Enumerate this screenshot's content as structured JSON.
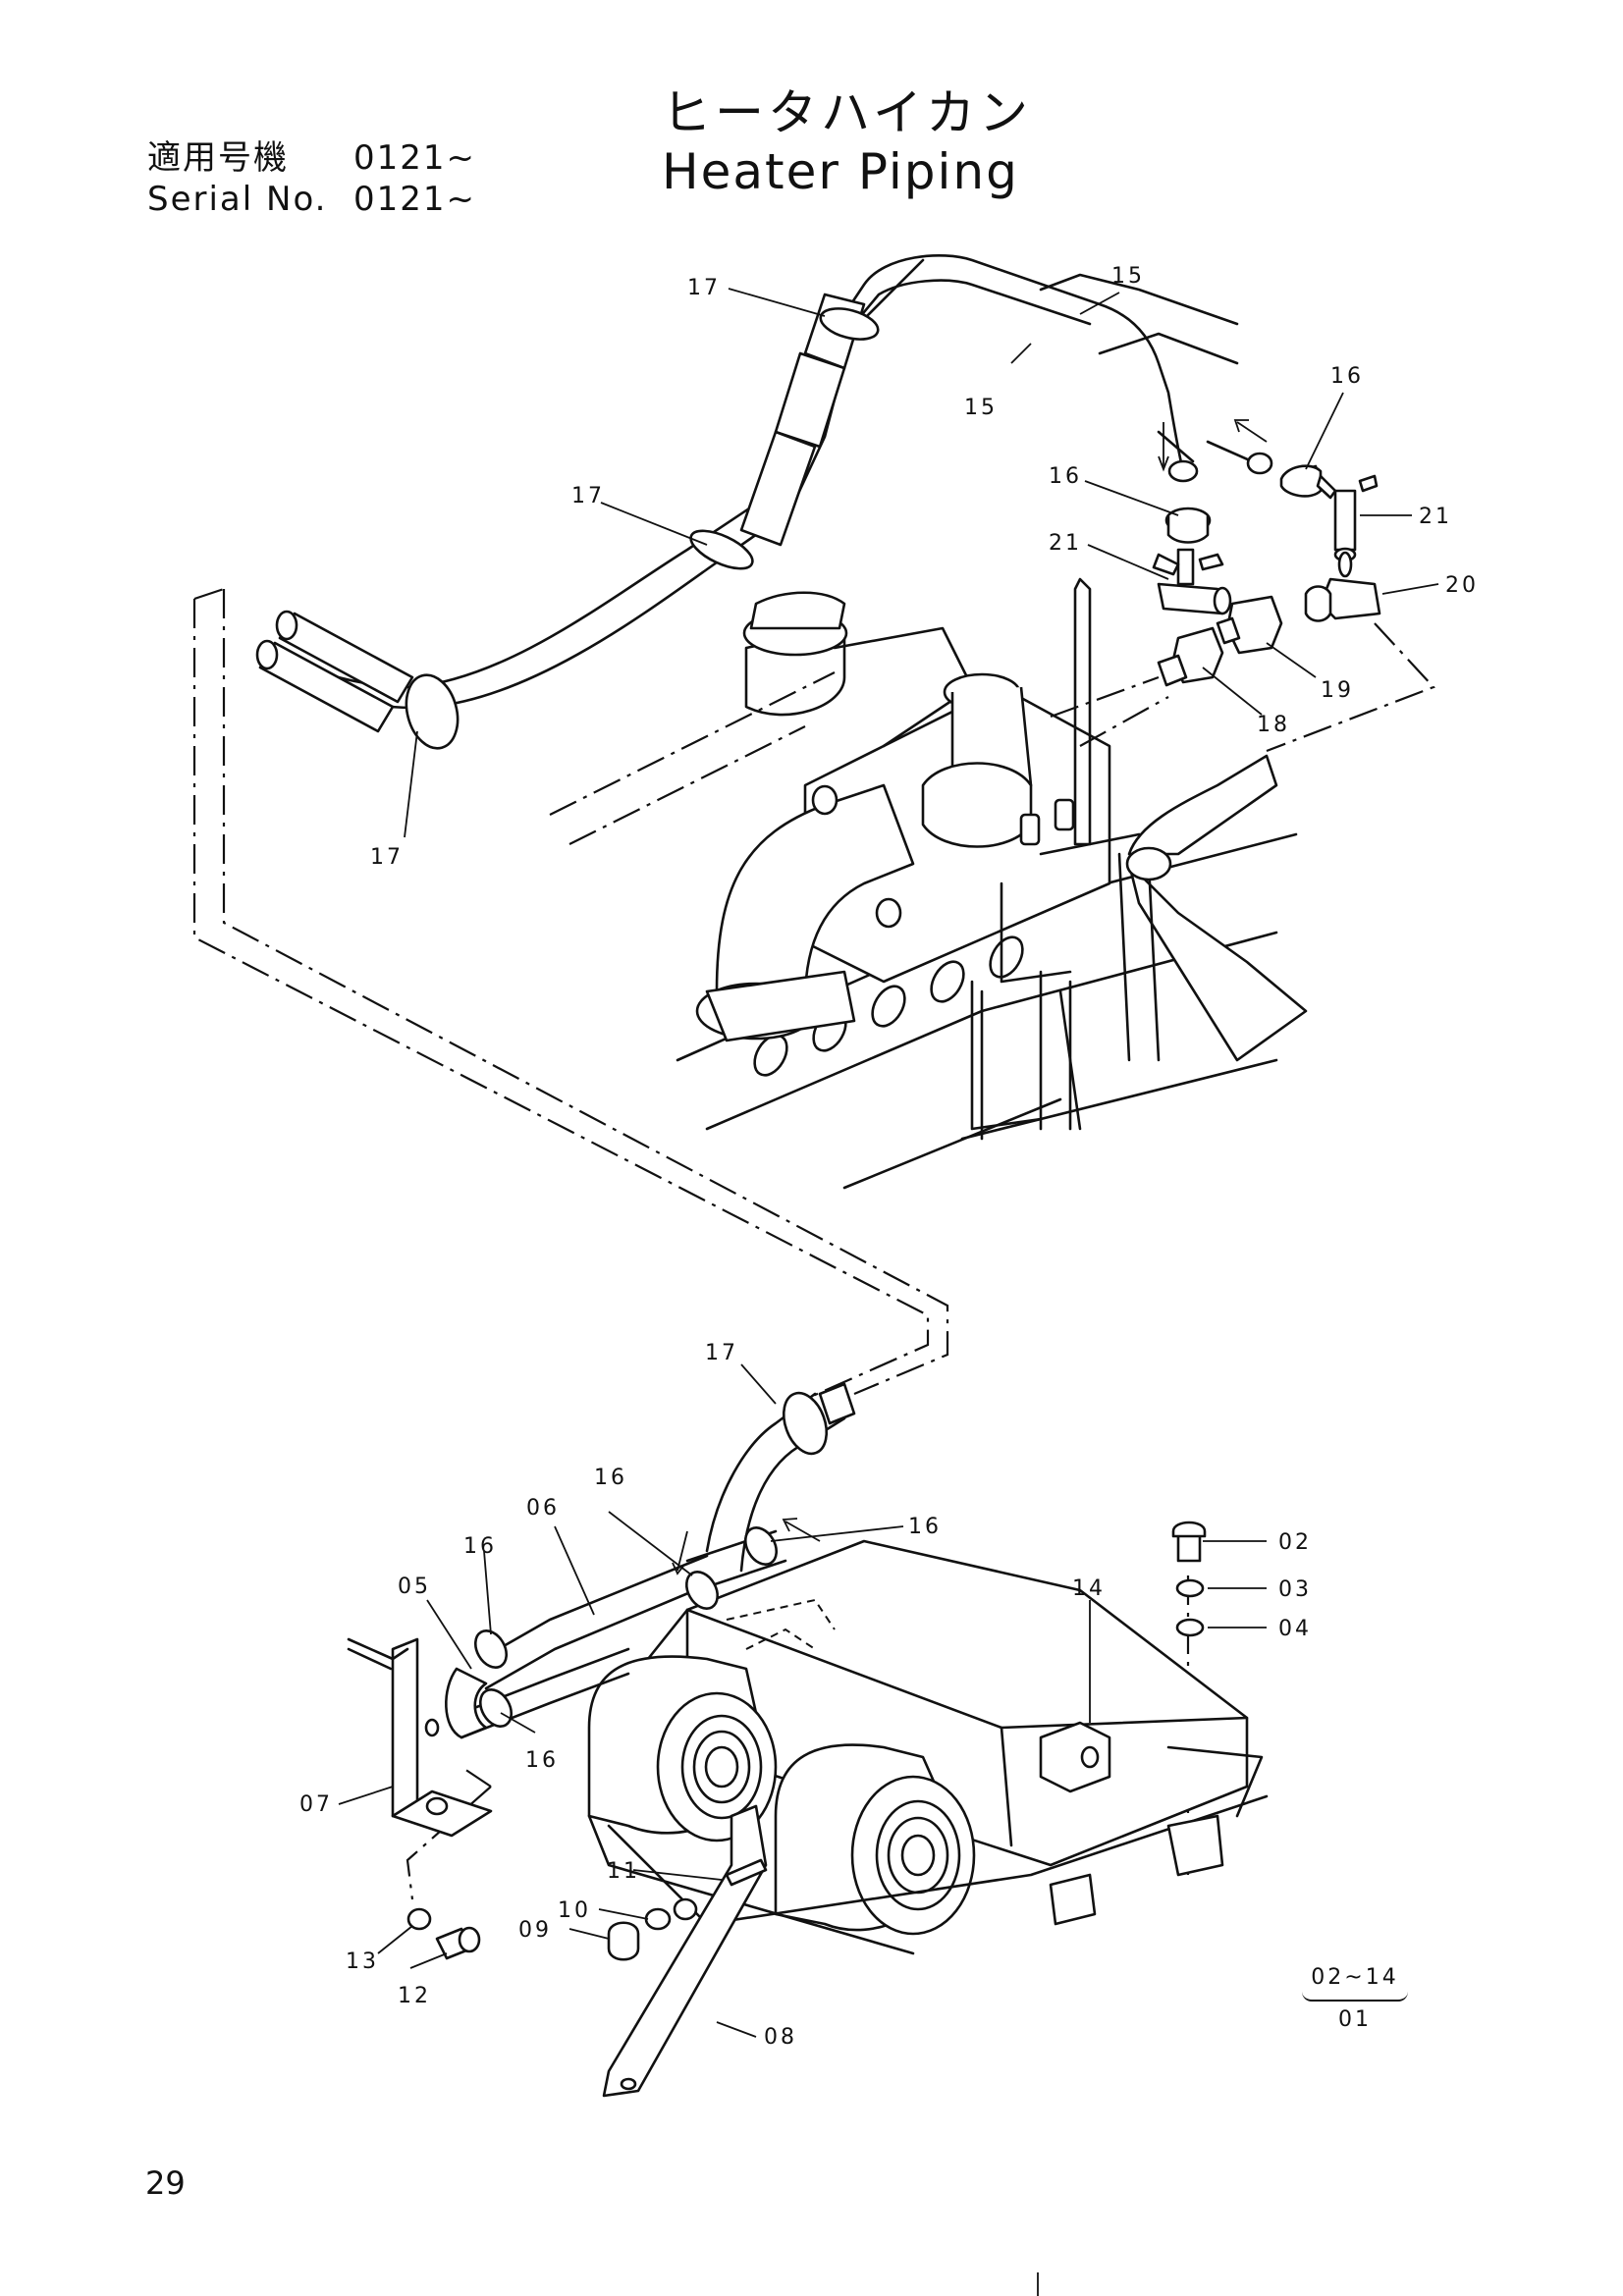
{
  "header": {
    "serial_jp_label": "適用号機",
    "serial_jp_value": "0121~",
    "serial_en_label": "Serial No.",
    "serial_en_value": "0121~",
    "title_jp": "ヒータハイカン",
    "title_en": "Heater Piping"
  },
  "callouts": {
    "c02": "02",
    "c03": "03",
    "c04": "04",
    "c05": "05",
    "c06": "06",
    "c07": "07",
    "c08": "08",
    "c09": "09",
    "c10": "10",
    "c11": "11",
    "c12": "12",
    "c13": "13",
    "c14": "14",
    "c15a": "15",
    "c15b": "15",
    "c16a": "16",
    "c16b": "16",
    "c16c": "16",
    "c16d": "16",
    "c16e": "16",
    "c16f": "16",
    "c17a": "17",
    "c17b": "17",
    "c17c": "17",
    "c17d": "17",
    "c18": "18",
    "c19": "19",
    "c20": "20",
    "c21a": "21",
    "c21b": "21"
  },
  "group": {
    "range": "02~14",
    "parent": "01"
  },
  "footer": {
    "page_number": "29"
  }
}
